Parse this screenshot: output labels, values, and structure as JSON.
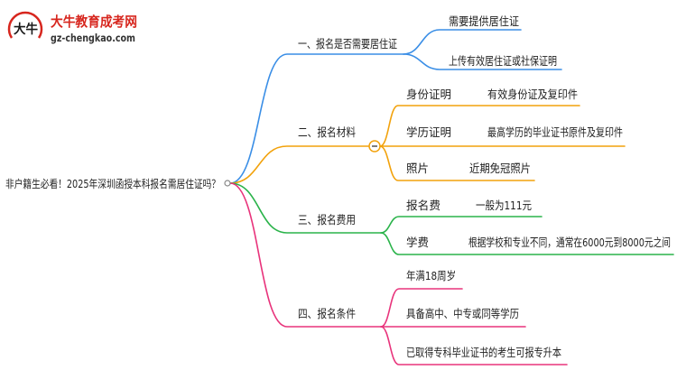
{
  "logo": {
    "mark": "大牛",
    "name": "大牛教育成考网",
    "domain": "gz-chengkao.com"
  },
  "colors": {
    "brand": "#d7261e",
    "branch_1": "#3a8ee6",
    "branch_2": "#f2a20c",
    "branch_3": "#2ab34a",
    "branch_4": "#e8337b"
  },
  "icons": {
    "collapse_toggle": "minus-icon",
    "root_connector": "circle-node-icon"
  },
  "root": "非户籍生必看！2025年深圳函授本科报名需居住证吗？",
  "branches": [
    {
      "label": "一、报名是否需要居住证",
      "children": [
        {
          "label": "需要提供居住证"
        },
        {
          "label": "上传有效居住证或社保证明"
        }
      ]
    },
    {
      "label": "二、报名材料",
      "children": [
        {
          "label": "身份证明",
          "detail": "有效身份证及复印件"
        },
        {
          "label": "学历证明",
          "detail": "最高学历的毕业证书原件及复印件"
        },
        {
          "label": "照片",
          "detail": "近期免冠照片"
        }
      ]
    },
    {
      "label": "三、报名费用",
      "children": [
        {
          "label": "报名费",
          "detail": "一般为111元"
        },
        {
          "label": "学费",
          "detail": "根据学校和专业不同，通常在6000元到8000元之间"
        }
      ]
    },
    {
      "label": "四、报名条件",
      "children": [
        {
          "label": "年满18周岁"
        },
        {
          "label": "具备高中、中专或同等学历"
        },
        {
          "label": "已取得专科毕业证书的考生可报专升本"
        }
      ]
    }
  ]
}
